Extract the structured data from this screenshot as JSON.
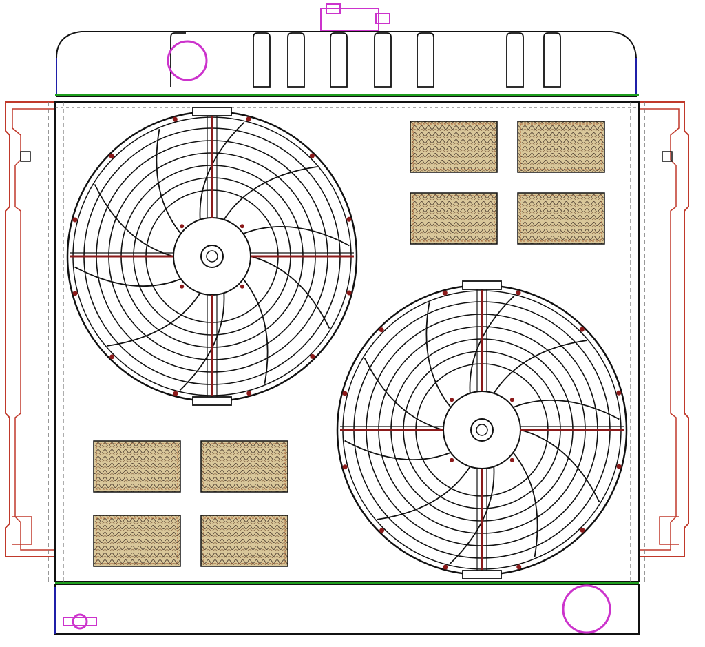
{
  "diagram": {
    "colors": {
      "outline": "#111111",
      "bracket": "#c0392b",
      "fitting": "#cc33cc",
      "seam": "#1e9e1e",
      "edge": "#1f1fa8",
      "vent_fill": "#c8b07a",
      "vent_line": "#b06a3a",
      "fan_spoke": "#8b1a1a",
      "dashes": "#777777"
    },
    "fans": [
      {
        "name": "upper-left-fan",
        "blades": 10
      },
      {
        "name": "lower-right-fan",
        "blades": 10
      }
    ],
    "vent_groups": [
      {
        "name": "upper-right-vents",
        "count": 4
      },
      {
        "name": "lower-left-vents",
        "count": 4
      }
    ],
    "tank_ribs": 8,
    "icons": [
      "radiator-cap-icon",
      "inlet-port-icon",
      "outlet-port-icon",
      "drain-petcock-icon",
      "fan-hub-icon"
    ]
  }
}
